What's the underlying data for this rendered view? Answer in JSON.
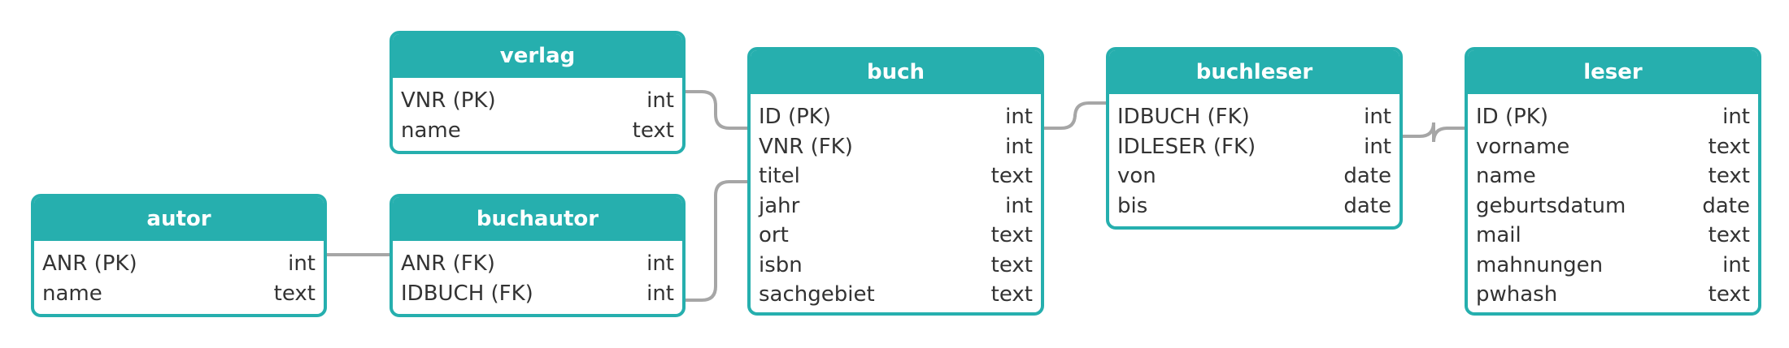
{
  "colors": {
    "accent": "#26afae",
    "connector": "#a6a6a6",
    "text": "#333333"
  },
  "entities": {
    "verlag": {
      "title": "verlag",
      "rows": [
        {
          "name": "VNR (PK)",
          "type": "int"
        },
        {
          "name": "name",
          "type": "text"
        }
      ]
    },
    "buch": {
      "title": "buch",
      "rows": [
        {
          "name": "ID (PK)",
          "type": "int"
        },
        {
          "name": "VNR (FK)",
          "type": "int"
        },
        {
          "name": "titel",
          "type": "text"
        },
        {
          "name": "jahr",
          "type": "int"
        },
        {
          "name": "ort",
          "type": "text"
        },
        {
          "name": "isbn",
          "type": "text"
        },
        {
          "name": "sachgebiet",
          "type": "text"
        }
      ]
    },
    "buchleser": {
      "title": "buchleser",
      "rows": [
        {
          "name": "IDBUCH (FK)",
          "type": "int"
        },
        {
          "name": "IDLESER (FK)",
          "type": "int"
        },
        {
          "name": "von",
          "type": "date"
        },
        {
          "name": "bis",
          "type": "date"
        }
      ]
    },
    "leser": {
      "title": "leser",
      "rows": [
        {
          "name": "ID (PK)",
          "type": "int"
        },
        {
          "name": "vorname",
          "type": "text"
        },
        {
          "name": "name",
          "type": "text"
        },
        {
          "name": "geburtsdatum",
          "type": "date"
        },
        {
          "name": "mail",
          "type": "text"
        },
        {
          "name": "mahnungen",
          "type": "int"
        },
        {
          "name": "pwhash",
          "type": "text"
        }
      ]
    },
    "autor": {
      "title": "autor",
      "rows": [
        {
          "name": "ANR (PK)",
          "type": "int"
        },
        {
          "name": "name",
          "type": "text"
        }
      ]
    },
    "buchautor": {
      "title": "buchautor",
      "rows": [
        {
          "name": "ANR (FK)",
          "type": "int"
        },
        {
          "name": "IDBUCH (FK)",
          "type": "int"
        }
      ]
    }
  }
}
